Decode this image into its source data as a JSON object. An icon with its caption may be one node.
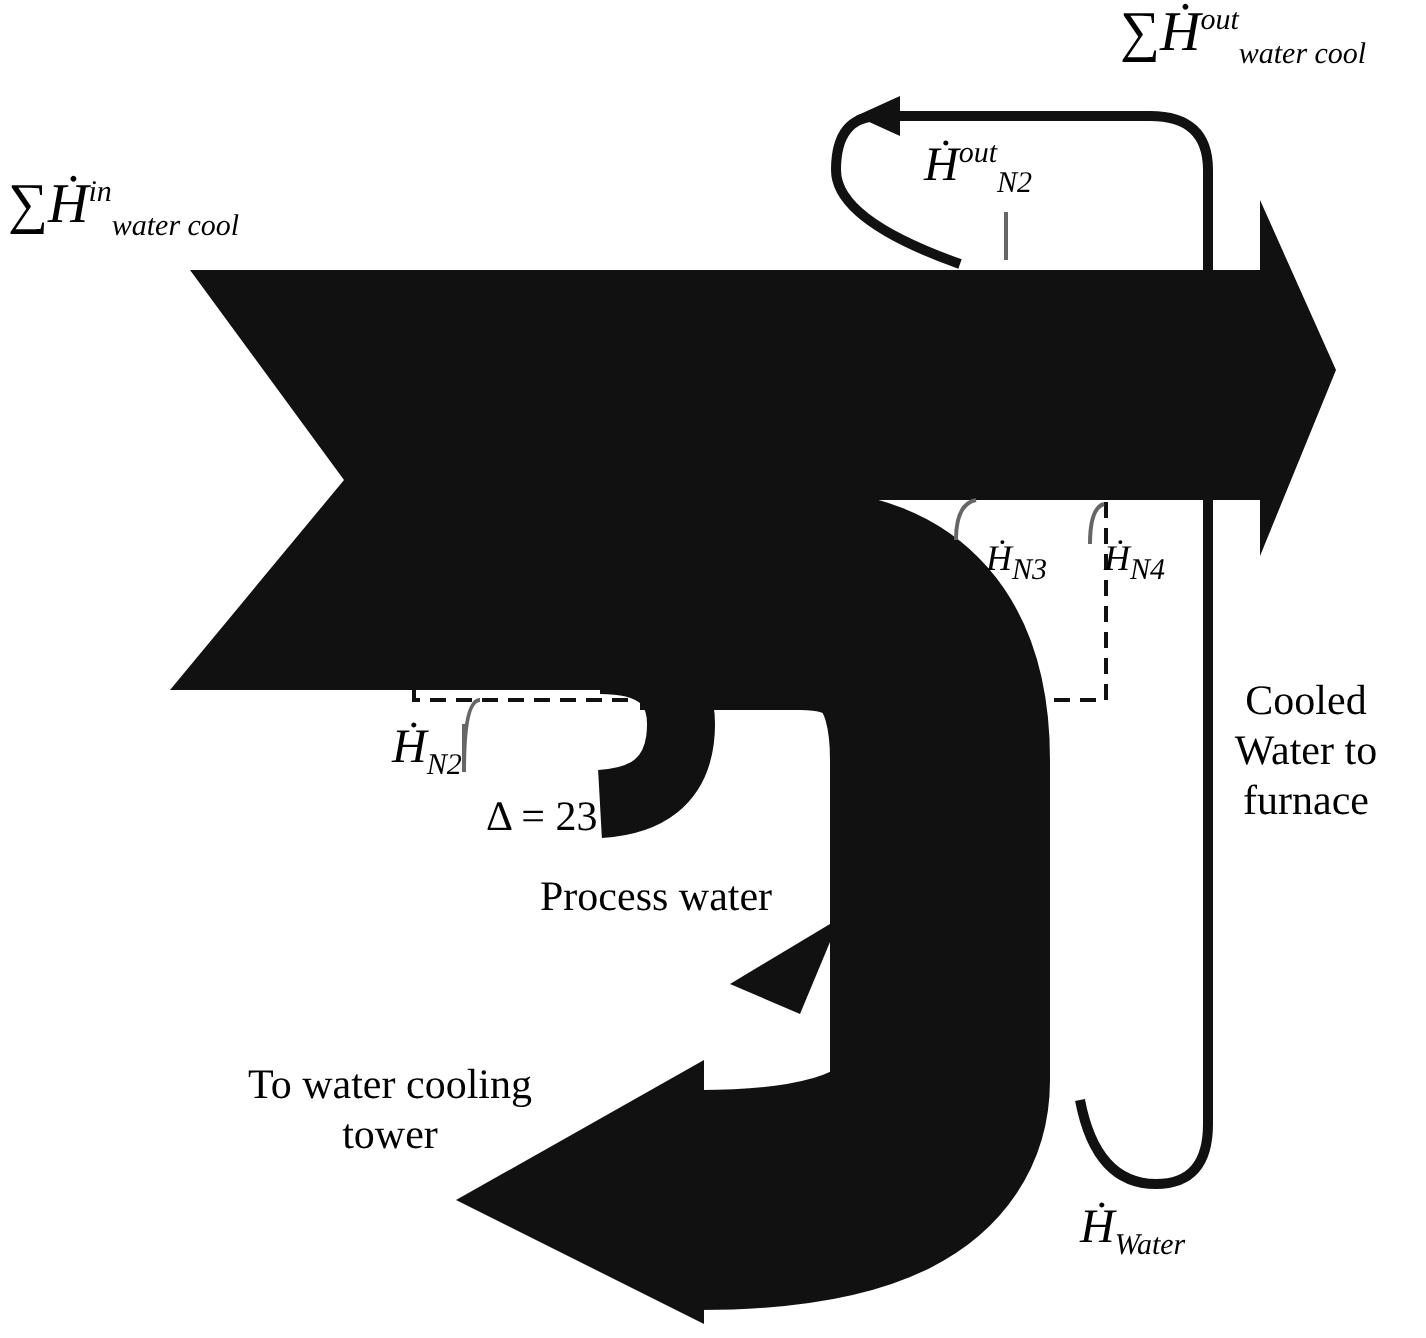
{
  "diagram": {
    "nodes": [
      {
        "text": [
          "Ḣ$^{out}$$_{N2}$"
        ]
      },
      {
        "text": [
          "Ḣ$_{N3}$"
        ]
      },
      {
        "text": [
          "Ḣ$_{N4}$"
        ]
      },
      {
        "text": [
          "Ḣ$_{N2}$"
        ]
      }
    ],
    "edges": [
      {
        "from": 0,
        "to": null,
        "arrow": "none"
      },
      {
        "from": 1,
        "to": null,
        "arrow": "none"
      },
      {
        "from": 2,
        "to": null,
        "arrow": "none"
      },
      {
        "from": 3,
        "to": null,
        "arrow": "none"
      }
    ],
    "labels": [
      "∑Ḣ$^{out}$$_{water cool}$",
      "∑Ḣ$^{in}$$_{water cool}$",
      "Cooled Water to furnace",
      "Δ = 23",
      "Process water",
      "To water cooling tower",
      "Ḣ$_{Water}$"
    ]
  }
}
